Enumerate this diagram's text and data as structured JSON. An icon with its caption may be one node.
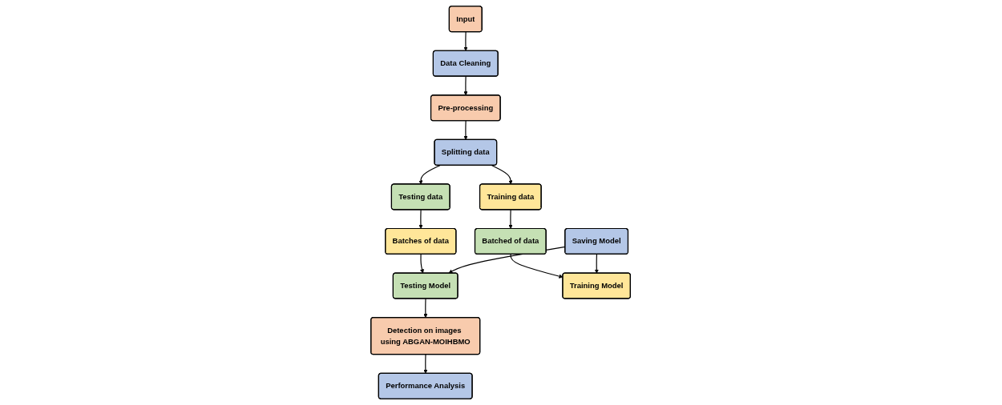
{
  "diagram": {
    "nodes": [
      {
        "text": [
          "Input"
        ]
      },
      {
        "text": [
          "Data Cleaning"
        ]
      },
      {
        "text": [
          "Pre-processing"
        ]
      },
      {
        "text": [
          "Splitting data"
        ]
      },
      {
        "text": [
          "Testing data"
        ]
      },
      {
        "text": [
          "Training data"
        ]
      },
      {
        "text": [
          "Batches of data"
        ]
      },
      {
        "text": [
          "Batched of data"
        ]
      },
      {
        "text": [
          "Testing Model"
        ]
      },
      {
        "text": [
          "Training Model"
        ]
      },
      {
        "text": [
          "Saving Model"
        ]
      },
      {
        "text": [
          "Detection on images using ABGAN-MOIHBMO"
        ]
      },
      {
        "text": [
          "Performance Analysis"
        ]
      }
    ],
    "edges": [
      {
        "from": 0,
        "to": 1,
        "arrow": "to"
      },
      {
        "from": 1,
        "to": 2,
        "arrow": "to"
      },
      {
        "from": 2,
        "to": 3,
        "arrow": "to"
      },
      {
        "from": 3,
        "to": 4,
        "arrow": "to"
      },
      {
        "from": 3,
        "to": 5,
        "arrow": "to"
      },
      {
        "from": 4,
        "to": 6,
        "arrow": "to"
      },
      {
        "from": 5,
        "to": 7,
        "arrow": "to"
      },
      {
        "from": 6,
        "to": 8,
        "arrow": "to"
      },
      {
        "from": 7,
        "to": 9,
        "arrow": "to"
      },
      {
        "from": 10,
        "to": 8,
        "arrow": "to"
      },
      {
        "from": 10,
        "to": 9,
        "arrow": "to"
      },
      {
        "from": 8,
        "to": 11,
        "arrow": "to"
      },
      {
        "from": 11,
        "to": 12,
        "arrow": "to"
      }
    ]
  }
}
